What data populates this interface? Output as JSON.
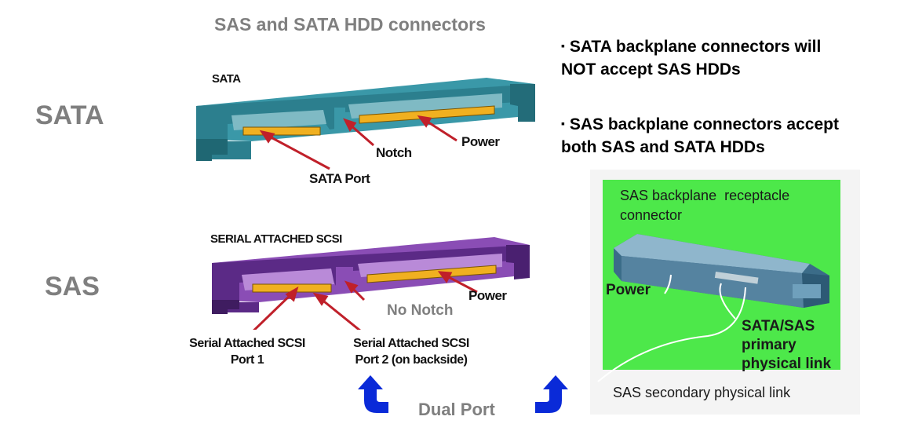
{
  "title": "SAS and SATA HDD connectors",
  "row_labels": {
    "sata": "SATA",
    "sas": "SAS"
  },
  "bullets": [
    [
      "SATA backplane connectors will",
      "NOT accept SAS HDDs"
    ],
    [
      "SAS backplane connectors accept",
      "both SAS and SATA HDDs"
    ]
  ],
  "bullet_glyph": "▪",
  "sata_diagram": {
    "heading": "SATA",
    "notch": "Notch",
    "power": "Power",
    "port": "SATA Port"
  },
  "sas_diagram": {
    "heading": "SERIAL ATTACHED SCSI",
    "no_notch": "No Notch",
    "power": "Power",
    "port1": [
      "Serial Attached SCSI",
      "Port 1"
    ],
    "port2": [
      "Serial Attached SCSI",
      "Port 2 (on backside)"
    ]
  },
  "dual_port": "Dual Port",
  "receptacle": {
    "title": [
      "SAS backplane  receptacle",
      "connector"
    ],
    "power": "Power",
    "primary": [
      "SATA/SAS",
      "primary",
      "physical link"
    ],
    "secondary": "SAS secondary physical link"
  },
  "colors": {
    "sata_connector": "#2c7f8e",
    "sas_connector": "#5b2a86",
    "contact": "#f0b020",
    "arrow_red": "#c0202a",
    "arrow_blue": "#0a2ad8",
    "green_panel": "#4de84a",
    "muted_text": "#7f7f7f"
  }
}
